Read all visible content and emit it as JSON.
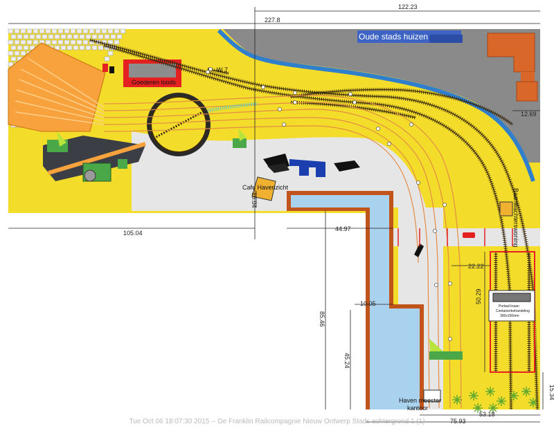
{
  "dimensions": {
    "top_right": "122.23",
    "top_total": "227.8",
    "left_width": "105.04",
    "left_small_vertical": "16.04",
    "mid_width": "44.97",
    "tall_vertical": "85.46",
    "canal_width": "10.05",
    "lower_vertical": "45.24",
    "inner_width": "22.22",
    "inner_vertical": "50.29",
    "right_small": "12.69",
    "bottom_right_vertical": "15.34",
    "bottom_inner": "53.18",
    "bottom_total": "75.93"
  },
  "labels": {
    "houses": "Oude stads huizen",
    "goods_shed": "Goederen loods",
    "switch": "W 7",
    "cafe": "Cafe Havenzicht",
    "crossing": "Baanwachterswoning",
    "crane_line1": "Portaal kraan",
    "crane_line2": "Containerbehandeling",
    "crane_line3": "300x150mm",
    "harbour_master_line1": "Haven meester",
    "harbour_master_line2": "kantoor"
  },
  "footer": "Tue Oct 06 18:07:30 2015 -- De Franklin Railcompagnie Nieuw Ontwerp Stads achtergrond 1 (1)",
  "colors": {
    "ground": "#f3dc2a",
    "road": "#e6e6e6",
    "water": "#a9d2ef",
    "quay": "#c1541a",
    "city": "#8a8a8a",
    "roundhouse": "#f7a23c",
    "house_roof": "#d9672a",
    "canal": "#2f7fcd",
    "track": "#3a2a10",
    "platform_lines": "#e38c45"
  }
}
